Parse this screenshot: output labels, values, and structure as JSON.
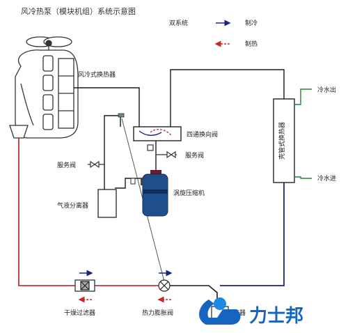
{
  "title": "风冷热泵（模块机组）系统示意图",
  "legend": {
    "system": "双系统",
    "cooling": "制冷",
    "heating": "制热"
  },
  "components": {
    "air_hx": "风冷式换热器",
    "four_way_valve": "四通换向阀",
    "service_valve_left": "服务阀",
    "service_valve_right": "服务阀",
    "scroll_compressor": "涡旋压缩机",
    "gas_liquid_separator": "气液分离器",
    "shell_tube_hx": "壳管式换热器",
    "chilled_water_out": "冷水出",
    "chilled_water_in": "冷水进",
    "dry_filter": "干燥过滤器",
    "expansion_valve": "热力膨胀阀",
    "receiver": "储液器"
  },
  "brand": "力士邦",
  "colors": {
    "pipe": "#1a1a1a",
    "cooling": "#1a237e",
    "heating": "#c62828",
    "water": "#2e7d32",
    "brand": "#1565c0"
  }
}
